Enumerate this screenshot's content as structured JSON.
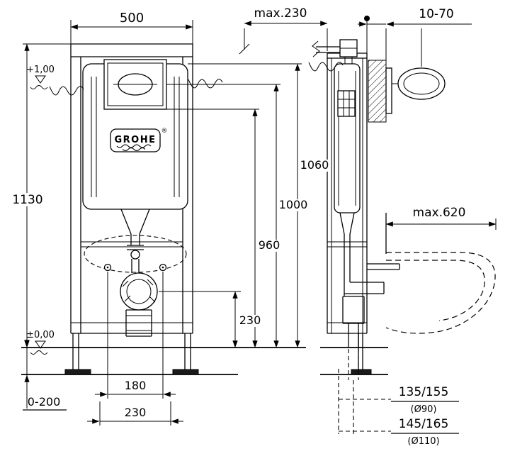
{
  "drawing": {
    "front": {
      "width": "500",
      "height": "1130",
      "level_top": "+1,00",
      "level_floor": "±0,00",
      "foot_adjust": "0-200",
      "bolt_spacing": "180",
      "bottom_width": "230",
      "outlet_height": "230",
      "h960": "960",
      "h1000": "1000",
      "h1060": "1060"
    },
    "side": {
      "max_depth": "max.230",
      "wall_range": "10-70",
      "max_reach": "max.620",
      "drain1": "135/155",
      "drain1_dia": "(Ø90)",
      "drain2": "145/165",
      "drain2_dia": "(Ø110)"
    },
    "brand": {
      "name": "GROHE",
      "reg": "®"
    }
  },
  "colors": {
    "line": "#000000",
    "background": "#ffffff"
  }
}
